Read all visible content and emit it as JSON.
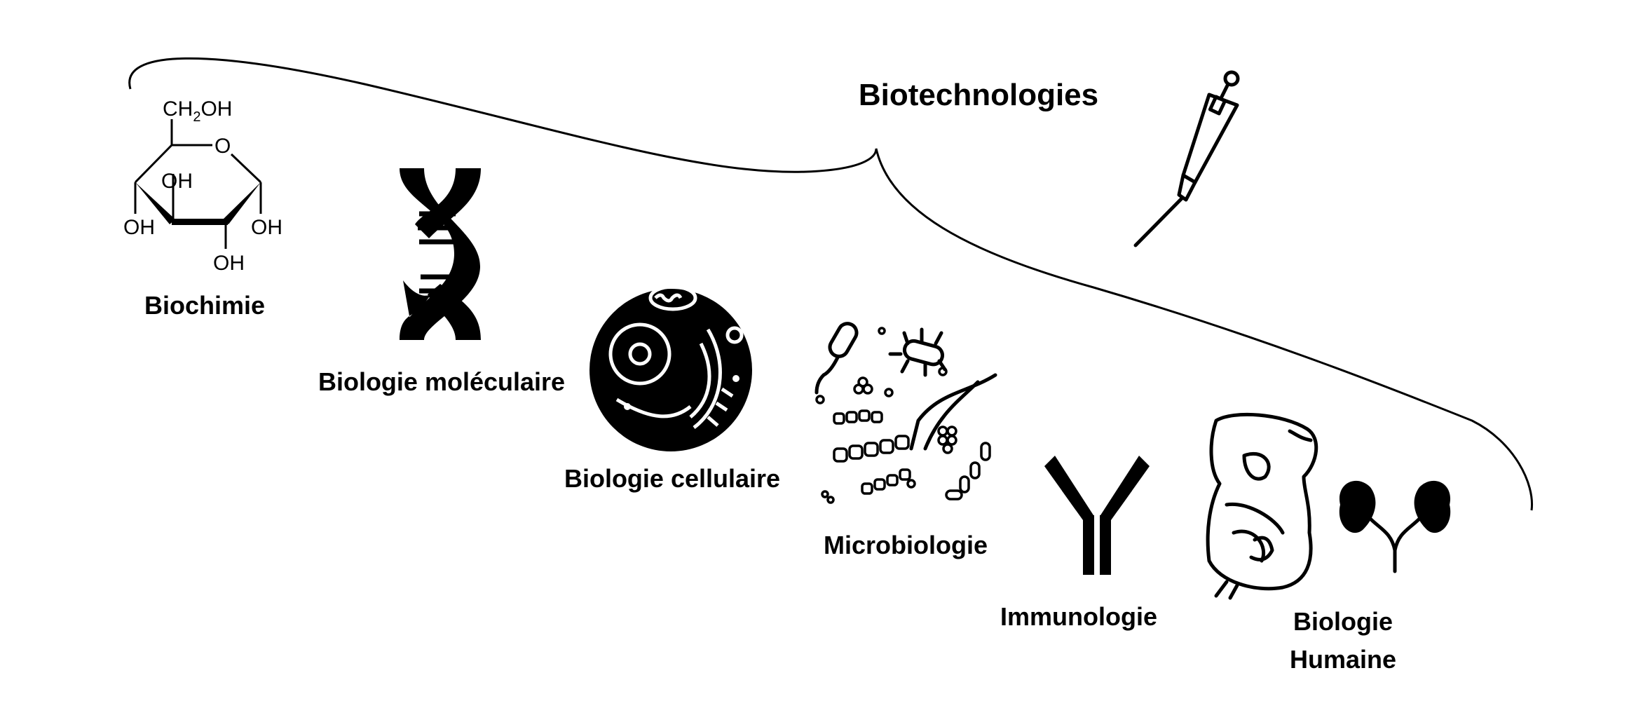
{
  "title": "Biotechnologies",
  "disciplines": [
    {
      "label": "Biochimie",
      "icon": "glucose-molecule-icon"
    },
    {
      "label": "Biologie moléculaire",
      "icon": "dna-icon"
    },
    {
      "label": "Biologie cellulaire",
      "icon": "cell-icon"
    },
    {
      "label": "Microbiologie",
      "icon": "bacteria-icon"
    },
    {
      "label": "Immunologie",
      "icon": "antibody-icon"
    },
    {
      "label_line1": "Biologie",
      "label_line2": "Humaine",
      "icon": "organs-icon"
    }
  ],
  "glucose": {
    "ch2oh": "CH",
    "sub": "2",
    "oh": "OH",
    "ring_o": "O",
    "oh_label": "OH"
  },
  "tool_icon": "pipette-icon"
}
